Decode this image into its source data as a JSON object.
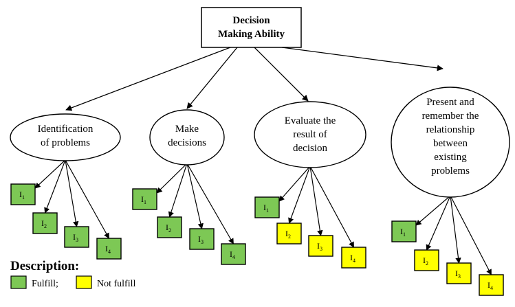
{
  "root": {
    "lines": [
      "Decision",
      "Making Ability"
    ]
  },
  "legend": {
    "title": "Description:",
    "fulfill_label": "Fulfill;",
    "not_fulfill_label": "Not fulfill",
    "fulfill_color": "#7dc855",
    "not_fulfill_color": "#ffff00"
  },
  "aspects": [
    {
      "lines": [
        "Identification",
        "of problems"
      ],
      "indicators": [
        {
          "letter": "I",
          "num": "1",
          "status": "fulfill"
        },
        {
          "letter": "I",
          "num": "2",
          "status": "fulfill"
        },
        {
          "letter": "I",
          "num": "3",
          "status": "fulfill"
        },
        {
          "letter": "I",
          "num": "4",
          "status": "fulfill"
        }
      ]
    },
    {
      "lines": [
        "Make",
        "decisions"
      ],
      "indicators": [
        {
          "letter": "I",
          "num": "1",
          "status": "fulfill"
        },
        {
          "letter": "I",
          "num": "2",
          "status": "fulfill"
        },
        {
          "letter": "I",
          "num": "3",
          "status": "fulfill"
        },
        {
          "letter": "I",
          "num": "4",
          "status": "fulfill"
        }
      ]
    },
    {
      "lines": [
        "Evaluate the",
        "result of",
        "decision"
      ],
      "indicators": [
        {
          "letter": "I",
          "num": "1",
          "status": "fulfill"
        },
        {
          "letter": "I",
          "num": "2",
          "status": "not_fulfill"
        },
        {
          "letter": "I",
          "num": "3",
          "status": "not_fulfill"
        },
        {
          "letter": "I",
          "num": "4",
          "status": "not_fulfill"
        }
      ]
    },
    {
      "lines": [
        "Present and",
        "remember the",
        "relationship",
        "between",
        "existing",
        "problems"
      ],
      "indicators": [
        {
          "letter": "I",
          "num": "1",
          "status": "fulfill"
        },
        {
          "letter": "I",
          "num": "2",
          "status": "not_fulfill"
        },
        {
          "letter": "I",
          "num": "3",
          "status": "not_fulfill"
        },
        {
          "letter": "I",
          "num": "4",
          "status": "not_fulfill"
        }
      ]
    }
  ]
}
